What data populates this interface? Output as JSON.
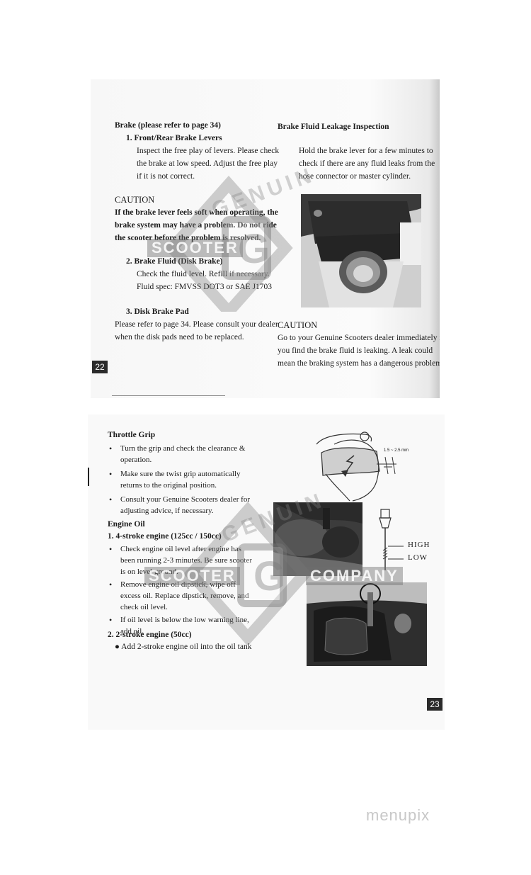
{
  "page22": {
    "page_number": "22",
    "brake_heading": "Brake (please refer to page 34)",
    "item1_title": "1.  Front/Rear Brake Levers",
    "item1_lines": [
      "Inspect the free play of levers. Please check",
      "the brake at low speed. Adjust the free play",
      "if it is not correct."
    ],
    "caution_heading": "CAUTION",
    "caution_lines": [
      "If the brake lever feels soft when operating, the",
      "brake system may have a problem. Do not ride",
      "the scooter before the problem is resolved."
    ],
    "item2_title": "2.  Brake Fluid (Disk Brake)",
    "item2_lines": [
      "Check the fluid level. Refill if necessary.",
      "Fluid spec:    FMVSS DOT3 or SAE J1703"
    ],
    "item3_title": "3.  Disk Brake Pad",
    "item3_lines": [
      "Please refer to page 34. Please consult your dealer",
      "when the disk pads need to be replaced."
    ],
    "leak_heading": "Brake Fluid Leakage Inspection",
    "leak_lines": [
      "Hold the brake lever for a few minutes to",
      "check if there are any fluid leaks from the",
      "hose connector or master cylinder."
    ],
    "caution2_heading": "CAUTION",
    "caution2_lines": [
      "Go to your Genuine Scooters dealer immediately if",
      "you find the brake fluid is leaking.   A leak could",
      "mean the braking system has a dangerous problem."
    ]
  },
  "page23": {
    "page_number": "23",
    "throttle_heading": "Throttle Grip",
    "throttle_bullets": [
      "Turn the grip and check the clearance & operation.",
      "Make sure the twist grip automatically returns to the original position.",
      "Consult your Genuine Scooters dealer for adjusting advice, if necessary."
    ],
    "clearance_label": "1.5 ~ 2.5 mm",
    "oil_heading": "Engine Oil",
    "oil_item1": "1.  4-stroke engine (125cc / 150cc)",
    "oil_bullets": [
      "Check engine oil level after engine has been running 2-3 minutes. Be sure scooter is on level ground.",
      "Remove engine oil dipstick, wipe off excess oil. Replace dipstick, remove, and check oil level.",
      "If oil level is below the low warning line, add oil."
    ],
    "oil_item2": "2.  2-stroke engine (50cc)",
    "oil_item2_line": "● Add 2-stroke engine oil into the oil tank",
    "dipstick_high": "HIGH",
    "dipstick_low": "LOW"
  },
  "watermark": {
    "arc_text": "GENUIN",
    "word": "SCOOTER",
    "letter": "G",
    "word2": "COMPANY"
  },
  "branding": "menupix"
}
